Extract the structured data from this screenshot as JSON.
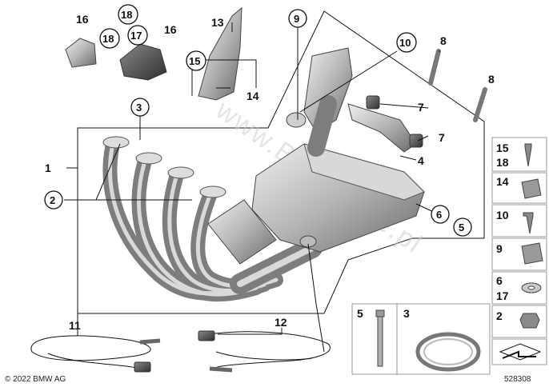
{
  "callouts": {
    "c1": "1",
    "c2": "2",
    "c3": "3",
    "c4": "4",
    "c5": "5",
    "c6": "6",
    "c7a": "7",
    "c7b": "7",
    "c8a": "8",
    "c8b": "8",
    "c9": "9",
    "c10": "10",
    "c11": "11",
    "c12": "12",
    "c13": "13",
    "c14": "14",
    "c15": "15",
    "c16a": "16",
    "c16b": "16",
    "c17": "17",
    "c18a": "18",
    "c18b": "18"
  },
  "sidebar": {
    "k15": "15",
    "k18": "18",
    "k14": "14",
    "k10": "10",
    "k9": "9",
    "k6": "6",
    "k17": "17",
    "k2": "2"
  },
  "bottom": {
    "k5": "5",
    "k3": "3"
  },
  "watermark": "www.BMWstore.pl",
  "copyright": "© 2022 BMW AG",
  "diagram_number": "528308",
  "colors": {
    "metal_light": "#e6e6e6",
    "metal_dark": "#6e6e6e",
    "line": "#111111",
    "box_border": "#999999"
  }
}
